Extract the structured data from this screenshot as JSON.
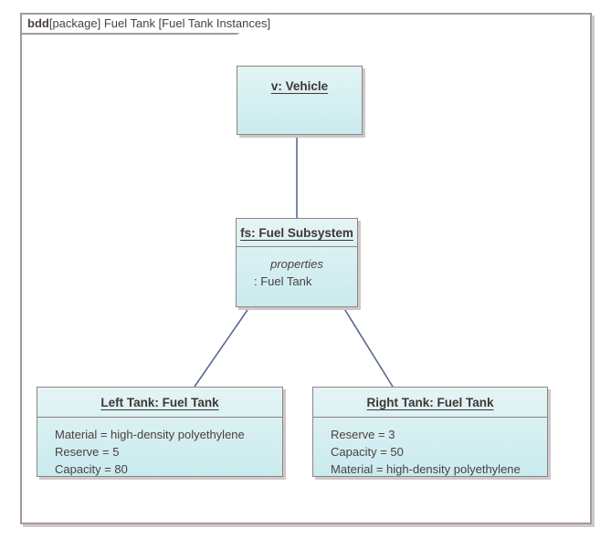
{
  "diagram": {
    "kind": "bdd",
    "header": "[package] Fuel Tank [Fuel Tank Instances]",
    "full_header": "bdd[package] Fuel Tank [Fuel Tank Instances]",
    "frame_border_color": "#a3999b",
    "block_border_color": "#8d8486",
    "block_fill_top": "#e4f4f5",
    "block_fill_bottom": "#c9ebee",
    "connector_color": "#5a6a8c",
    "text_color": "#4a3f3f",
    "background": "#ffffff"
  },
  "blocks": {
    "vehicle": {
      "name": "v: Vehicle",
      "properties": []
    },
    "fuel_subsystem": {
      "name": "fs: Fuel Subsystem",
      "compartment_label": "properties",
      "properties": [
        ": Fuel Tank"
      ]
    },
    "left_tank": {
      "name": "Left Tank: Fuel Tank",
      "properties": [
        "Material = high-density polyethylene",
        "Reserve = 5",
        "Capacity = 80"
      ]
    },
    "right_tank": {
      "name": "Right Tank: Fuel Tank",
      "properties": [
        "Reserve = 3",
        "Capacity = 50",
        "Material = high-density polyethylene"
      ]
    }
  },
  "connectors": [
    {
      "from": "vehicle",
      "to": "fuel_subsystem",
      "type": "composition-line"
    },
    {
      "from": "fuel_subsystem",
      "to": "left_tank",
      "type": "composition-line"
    },
    {
      "from": "fuel_subsystem",
      "to": "right_tank",
      "type": "composition-line"
    }
  ]
}
